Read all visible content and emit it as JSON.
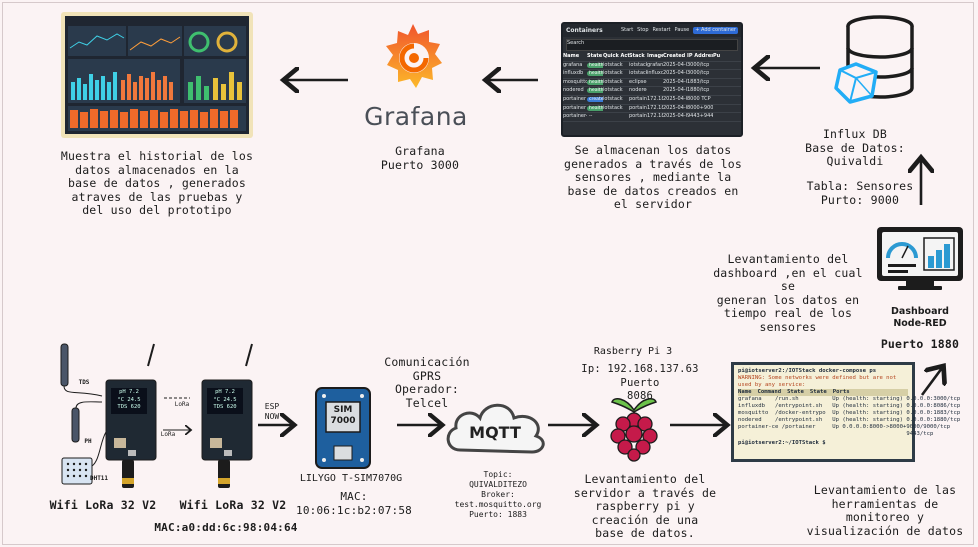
{
  "grafana_panel": {
    "logo_text": "Grafana",
    "caption": "Grafana\nPuerto 3000",
    "history_text": "Muestra el historial de los\ndatos almacenados en la\nbase de datos , generados\natraves de las pruebas y\ndel uso del prototipo"
  },
  "containers_panel": {
    "title": "Containers",
    "buttons": [
      "Start",
      "Stop",
      "Restart",
      "Pause",
      "+ Add container"
    ],
    "search_placeholder": "Search",
    "columns": [
      "Name",
      "State",
      "Quick Actions",
      "Stack",
      "Image",
      "Created",
      "IP Address",
      "Pu"
    ],
    "rows": [
      {
        "name": "grafana",
        "state": "healthy",
        "actions": "iotstack",
        "stack": "iotstack",
        "image": "grafana",
        "created": "2025-04-07",
        "port": "3000/tcp"
      },
      {
        "name": "influxdb",
        "state": "healthy",
        "actions": "iotstack",
        "stack": "iotstack",
        "image": "influxdb",
        "created": "2025-04-07",
        "port": "3000/tcp"
      },
      {
        "name": "mosquitto",
        "state": "healthy",
        "actions": "iotstack",
        "stack": "eclipse-mosquitto",
        "image": "",
        "created": "2025-04-07",
        "port": "1883/tcp"
      },
      {
        "name": "nodered",
        "state": "healthy",
        "actions": "iotstack",
        "stack": "nodered",
        "image": "",
        "created": "2025-04-07",
        "port": "1880/tcp"
      },
      {
        "name": "portainer",
        "state": "created",
        "actions": "iotstack",
        "stack": "portainer-ce",
        "image": "172.18.5",
        "created": "2025-04-07",
        "port": "8000 TCP"
      },
      {
        "name": "portainer",
        "state": "healthy",
        "actions": "iotstack",
        "stack": "portainer-ce",
        "image": "172.18.5",
        "created": "2025-04-07",
        "port": "8000+9000"
      },
      {
        "name": "portainer-ce",
        "state": "--",
        "actions": "",
        "stack": "portainer-ce",
        "image": "172.18.5",
        "created": "2025-04-07",
        "port": "9443+9443/tcp"
      }
    ],
    "caption": "Se almacenan los datos\ngenerados a través de los\nsensores , mediante la\nbase de datos creados en\nel servidor"
  },
  "influx": {
    "caption_top": "Influx DB\nBase de Datos:\nQuivaldi",
    "caption_bottom": "Tabla: Sensores\nPurto: 9000"
  },
  "nodered": {
    "left_text": "Levantamiento del\ndashboard ,en el cual se\ngeneran los datos en\ntiempo real de los\nsensores",
    "label": "Dashboard\nNode-RED",
    "port": "Puerto 1880"
  },
  "terminal": {
    "prompt": "pi@iotserver2:/IOTStack docker-compose ps",
    "warning": "WARNING: Some networks were defined but are not used by any service:",
    "columns": [
      "Name",
      "Command",
      "State",
      "State",
      "Ports"
    ],
    "rows": [
      "grafana    /run.sh          Up (health: starting) 0.0.0.0:3000/tcp",
      "influxdb   /entrypoint.sh   Up (health: starting) 0.0.0.0:8086/tcp",
      "mosquitto  /docker-entrypo  Up (health: starting) 0.0.0.0:1883/tcp",
      "nodered    /entrypoint.sh   Up (health: starting) 0.0.0.0:1880/tcp",
      "portainer-ce /portainer     Up 0.0.0.0:8000->8000+9000/9000/tcp",
      "                                                  9443/tcp"
    ],
    "prompt_end": "pi@iotserver2:~/IOTStack $",
    "caption": "Levantamiento de las\nherramientas de\nmonitoreo y\nvisualización de datos"
  },
  "raspberry": {
    "title": "Rasberry Pi 3",
    "ip": "Ip: 192.168.137.63 Puerto\n8086",
    "caption": "Levantamiento del\nservidor a través de\nraspberry pi y\ncreación de una\nbase de datos."
  },
  "mqtt": {
    "cloud_label": "MQTT",
    "top_text": "Comunicación\nGPRS\nOperador:\nTelcel",
    "topic_text": "Topic:\nQUIVALDITEZO\nBroker:\ntest.mosquitto.org\nPuerto: 1883"
  },
  "sim": {
    "chip_label": "SIM\n7000",
    "label": "LILYGO T-SIM7070G",
    "mac": "MAC:\n10:06:1c:b2:07:58"
  },
  "lora": {
    "board_text": "pH 7.2\n°C 24.5\nTDS 620",
    "sensor_tds": "TDS",
    "sensor_ph": "PH",
    "sensor_dht": "DHT11",
    "lora_tx": "LoRa",
    "lora_rx": "LoRa",
    "esp_now": "ESP\nNOW",
    "left_label": "Wifi LoRa 32 V2",
    "right_label": "Wifi LoRa 32 V2",
    "mac": "MAC:a0:dd:6c:98:04:64"
  },
  "colors": {
    "background": "#fbf3f4",
    "grafana_orange": "#f46800",
    "raspberry_red": "#c51a4a",
    "influx_blue": "#22adf6",
    "board_blue": "#1e5f9e"
  }
}
